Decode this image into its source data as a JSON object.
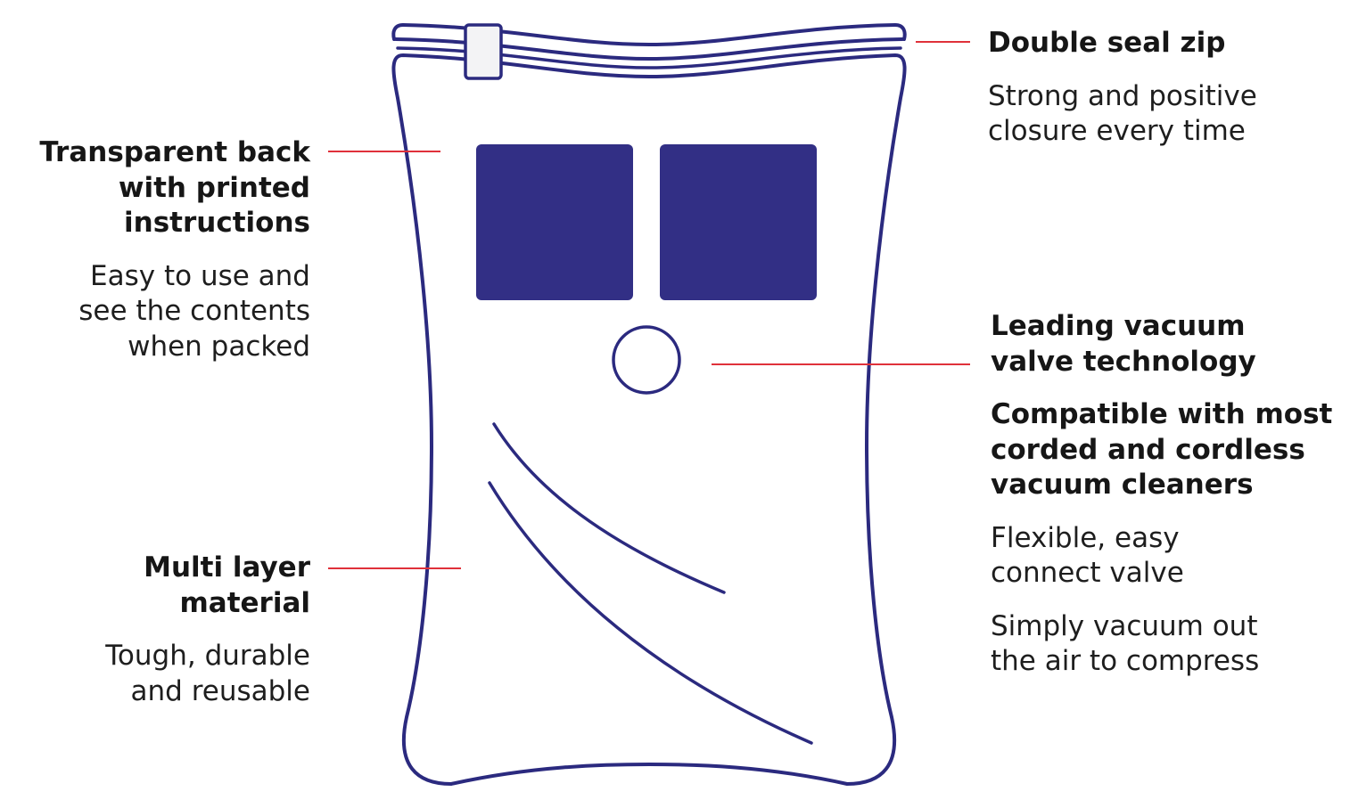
{
  "colors": {
    "outline": "#2b2a7f",
    "panel_fill": "#322f85",
    "leader_line": "#e0313a",
    "text": "#1b1b1b",
    "zip_tab_fill": "#f3f3f5"
  },
  "callouts": {
    "zip": {
      "heading": [
        "Double seal zip"
      ],
      "description": [
        "Strong and positive",
        "closure every time"
      ]
    },
    "transparent_back": {
      "heading": [
        "Transparent back",
        "with printed",
        "instructions"
      ],
      "description": [
        "Easy to use and",
        "see the contents",
        "when packed"
      ]
    },
    "valve": {
      "heading": [
        "Leading vacuum",
        "valve technology"
      ],
      "heading_2": [
        "Compatible with most",
        "corded and cordless",
        "vacuum cleaners"
      ],
      "description_1": [
        "Flexible, easy",
        "connect valve"
      ],
      "description_2": [
        "Simply vacuum out",
        "the air to compress"
      ]
    },
    "multi_layer": {
      "heading": [
        "Multi layer",
        "material"
      ],
      "description": [
        "Tough, durable",
        "and reusable"
      ]
    }
  }
}
